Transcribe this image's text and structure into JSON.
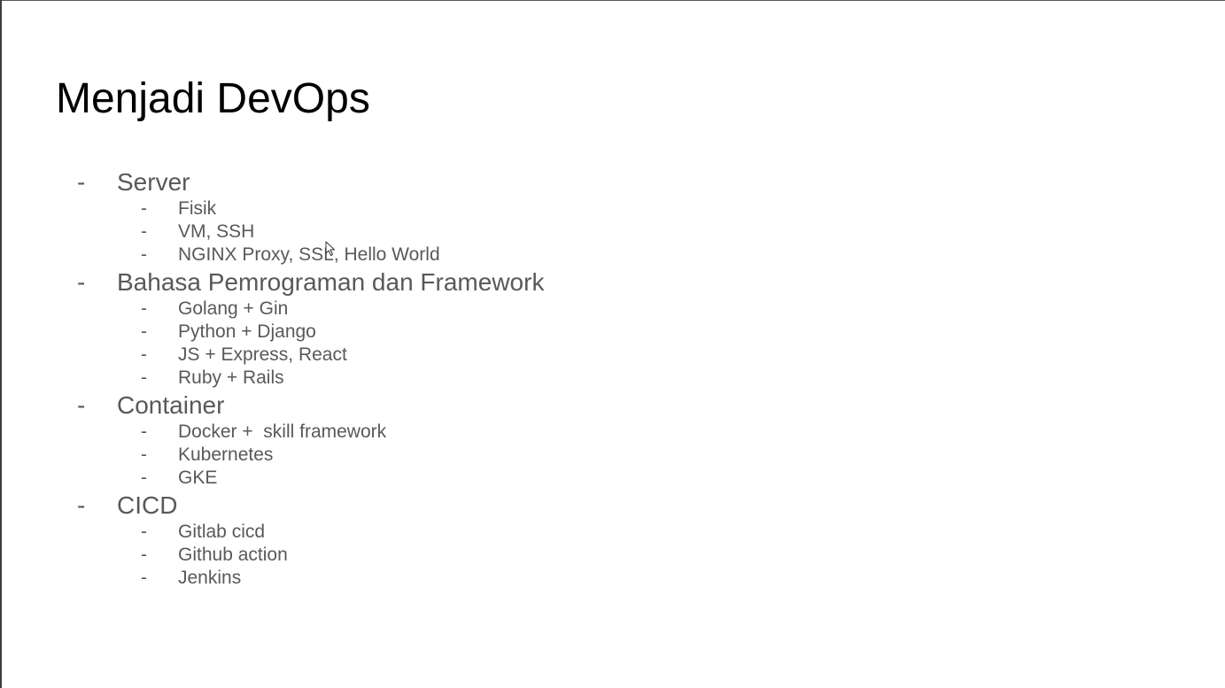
{
  "slide": {
    "title": "Menjadi DevOps",
    "sections": [
      {
        "dash": "-",
        "label": "Server",
        "items": [
          {
            "dash": "-",
            "label": "Fisik"
          },
          {
            "dash": "-",
            "label": "VM, SSH"
          },
          {
            "dash": "-",
            "label": "NGINX Proxy, SSL, Hello World"
          }
        ]
      },
      {
        "dash": "-",
        "label": "Bahasa Pemrograman dan Framework",
        "items": [
          {
            "dash": "-",
            "label": "Golang + Gin"
          },
          {
            "dash": "-",
            "label": "Python + Django"
          },
          {
            "dash": "-",
            "label": "JS + Express, React"
          },
          {
            "dash": "-",
            "label": "Ruby + Rails"
          }
        ]
      },
      {
        "dash": "-",
        "label": "Container",
        "items": [
          {
            "dash": "-",
            "label": "Docker +  skill framework"
          },
          {
            "dash": "-",
            "label": "Kubernetes"
          },
          {
            "dash": "-",
            "label": "GKE"
          }
        ]
      },
      {
        "dash": "-",
        "label": "CICD",
        "items": [
          {
            "dash": "-",
            "label": "Gitlab cicd"
          },
          {
            "dash": "-",
            "label": "Github action"
          },
          {
            "dash": "-",
            "label": "Jenkins"
          }
        ]
      }
    ]
  },
  "colors": {
    "title": "#000000",
    "body_text": "#595959",
    "background": "#ffffff"
  },
  "cursor": {
    "icon": "mouse-pointer-icon"
  }
}
